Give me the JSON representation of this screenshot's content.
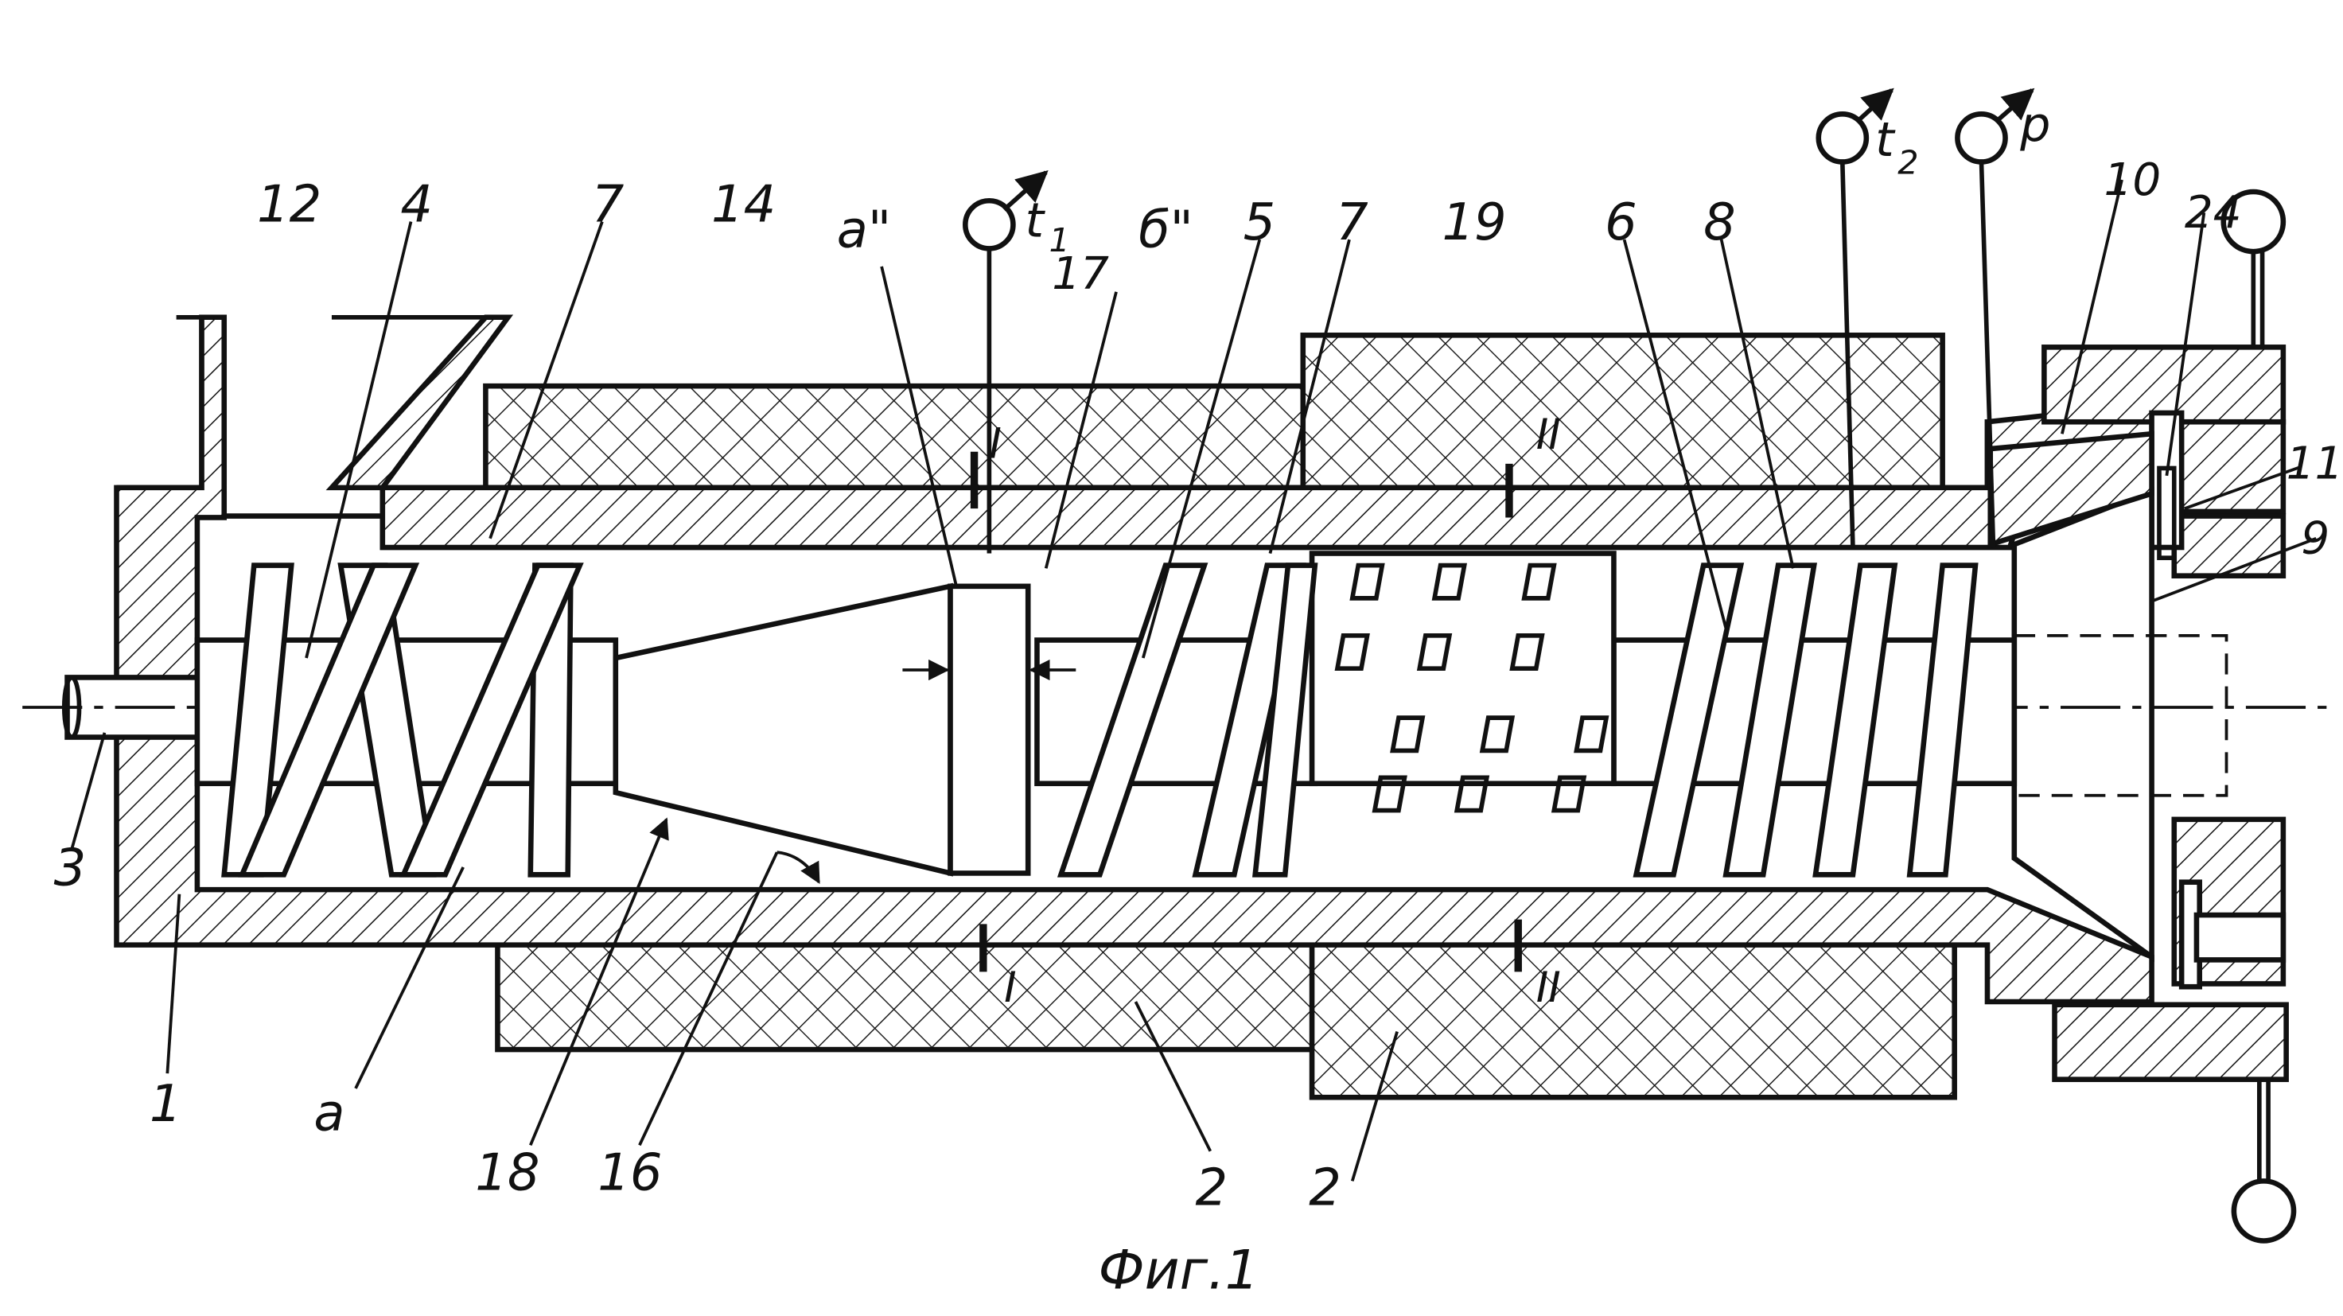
{
  "figure": {
    "caption": "Фиг.1",
    "labels": {
      "l1": "1",
      "l2a": "2",
      "l2b": "2",
      "l3": "3",
      "l4": "4",
      "l5": "5",
      "l6": "6",
      "l7a": "7",
      "l7b": "7",
      "l8": "8",
      "l9": "9",
      "l10": "10",
      "l11": "11",
      "l12": "12",
      "l14": "14",
      "l16": "16",
      "l17": "17",
      "l18": "18",
      "l19": "19",
      "l24": "24",
      "la": "a",
      "la2": "a\"",
      "lb2": "б\"",
      "zone1_top": "I",
      "zone1_bot": "I",
      "zone2_top": "II",
      "zone2_bot": "II"
    },
    "gauges": {
      "t1": "t",
      "t1_sub": "1",
      "t2": "t",
      "t2_sub": "2",
      "p": "p"
    }
  }
}
